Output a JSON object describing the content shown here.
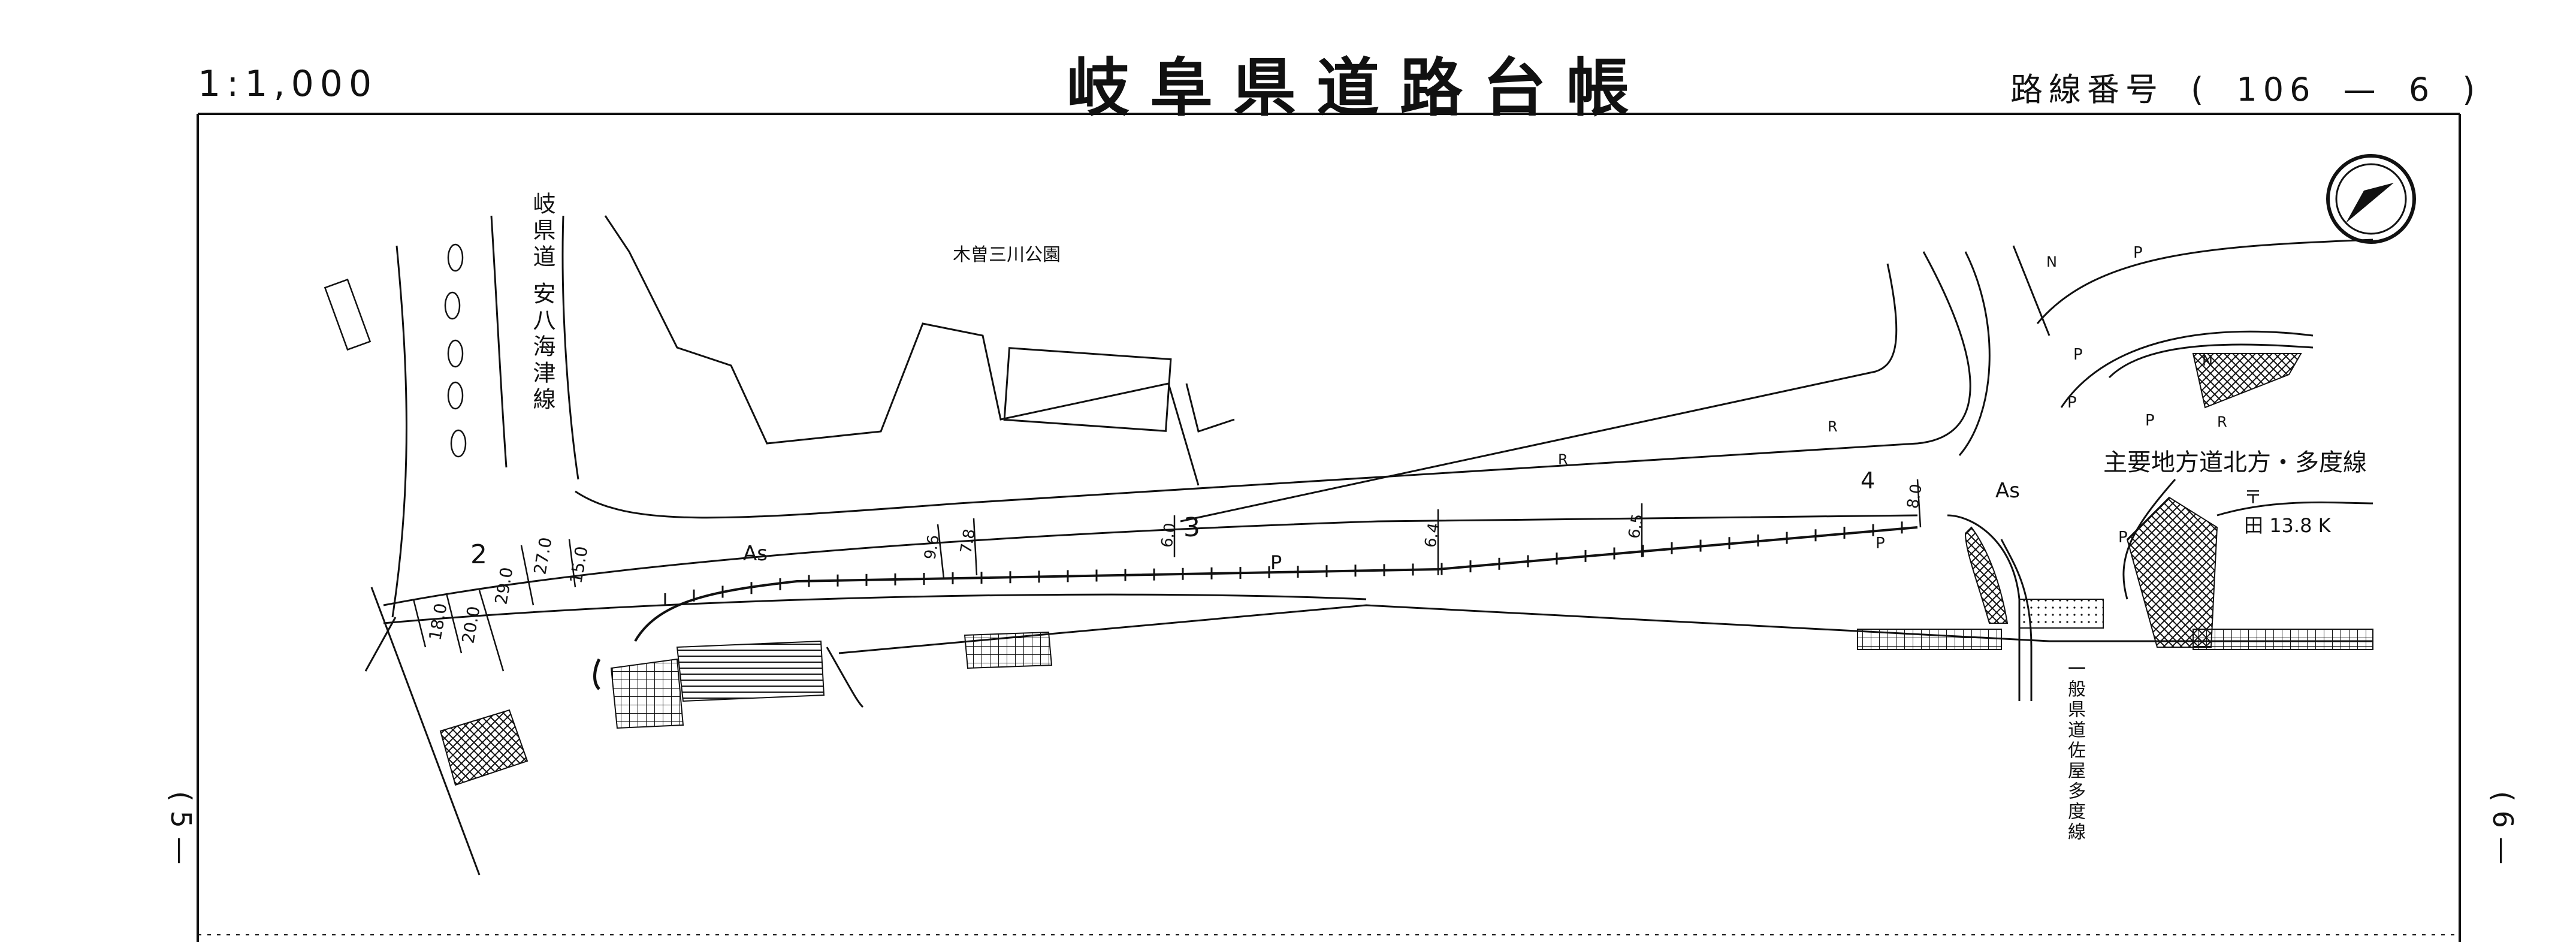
{
  "header": {
    "scale": "1:1,000",
    "title": "岐阜県道路台帳",
    "route_label": "路線番号",
    "route_open": "(",
    "route_main": "106",
    "route_dash": "—",
    "route_sub": "6",
    "route_close": ")"
  },
  "margins": {
    "left_sheet": "( 5 —",
    "right_sheet": "( 6 —"
  },
  "map_labels": {
    "park": "木曽三川公園",
    "left_road": "岐県道 安八海津線",
    "main_route": "主要地方道北方・多度線",
    "south_road": "一般県道佐屋多度線",
    "distance_post": "13.8 K",
    "post_prefix": "田",
    "postal_mark": "〒",
    "surface_a": "As",
    "surface_b": "As",
    "station_2": "2",
    "station_3": "3",
    "station_4": "4",
    "w_180": "18.0",
    "w_200": "20.0",
    "w_290": "29.0",
    "w_270": "27.0",
    "w_150": "15.0",
    "w_96": "9.6",
    "w_78": "7.8",
    "w_60": "6.0",
    "w_64": "6.4",
    "w_65": "6.5",
    "w_80": "8.0",
    "p1": "P",
    "p2": "P",
    "p3": "P",
    "p4": "P",
    "p5": "P",
    "p6": "P",
    "p7": "P",
    "r1": "R",
    "r2": "R",
    "r3": "R",
    "n1": "N",
    "n2": "N"
  },
  "icons": {
    "north_arrow": "north-arrow-icon"
  }
}
